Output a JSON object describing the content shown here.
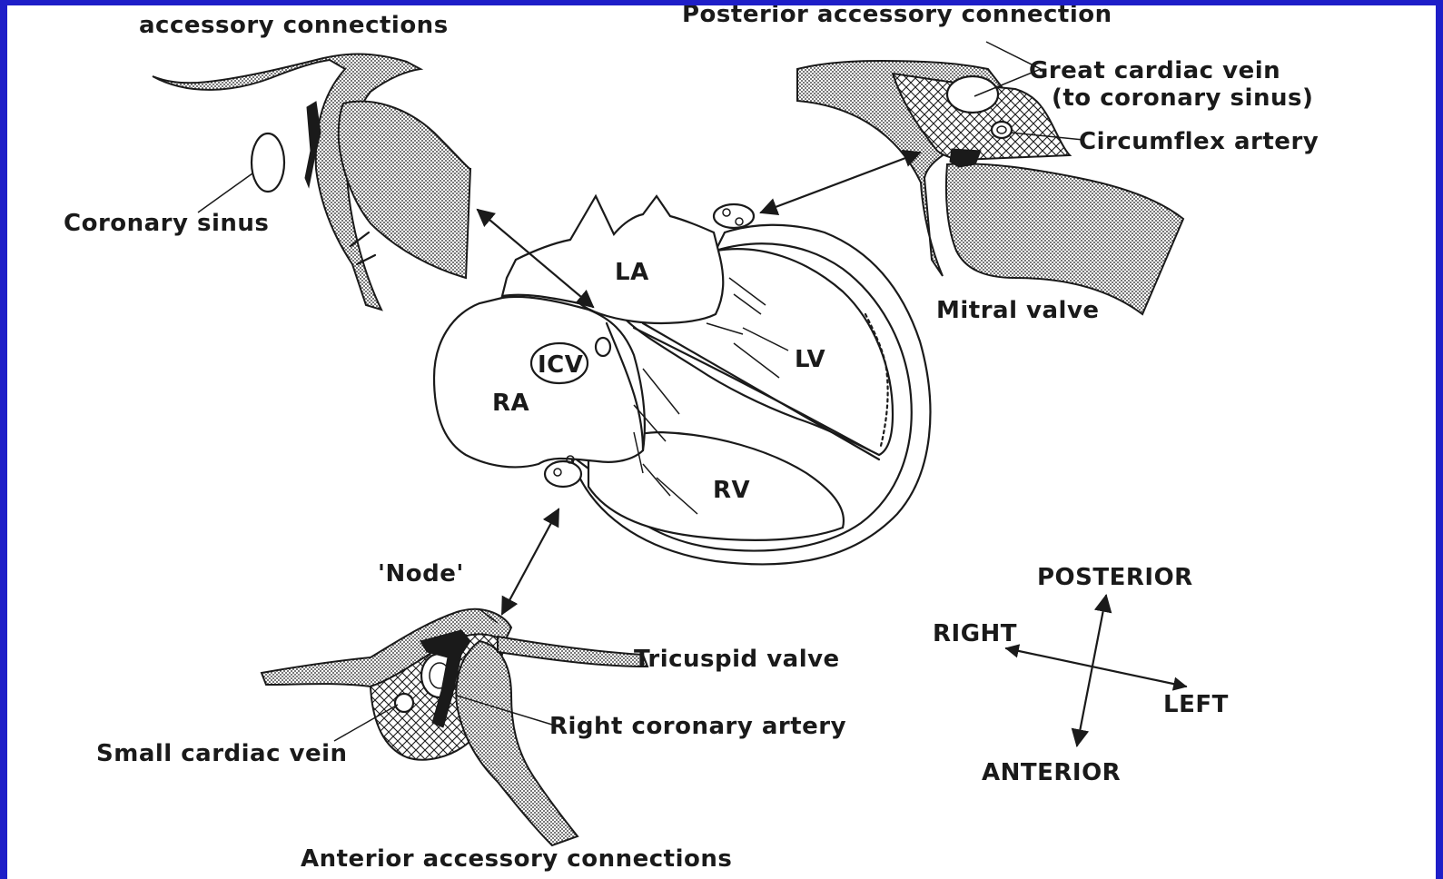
{
  "colors": {
    "slide_border": "#1e1ec8",
    "background": "#ffffff",
    "ink": "#1a1a1a"
  },
  "labels": {
    "top_left_title": "accessory connections",
    "top_right_title": "Posterior accessory connection",
    "great_cardiac_vein_1": "Great cardiac vein",
    "great_cardiac_vein_2": "(to coronary sinus)",
    "circumflex_artery": "Circumflex artery",
    "coronary_sinus": "Coronary sinus",
    "mitral_valve": "Mitral valve",
    "la": "LA",
    "lv": "LV",
    "ra": "RA",
    "rv": "RV",
    "icv": "ICV",
    "node": "'Node'",
    "tricuspid_valve": "Tricuspid valve",
    "right_coronary_artery": "Right coronary artery",
    "small_cardiac_vein": "Small cardiac vein",
    "anterior_title": "Anterior accessory connections"
  },
  "compass": {
    "posterior": "POSTERIOR",
    "anterior": "ANTERIOR",
    "right": "RIGHT",
    "left": "LEFT"
  }
}
